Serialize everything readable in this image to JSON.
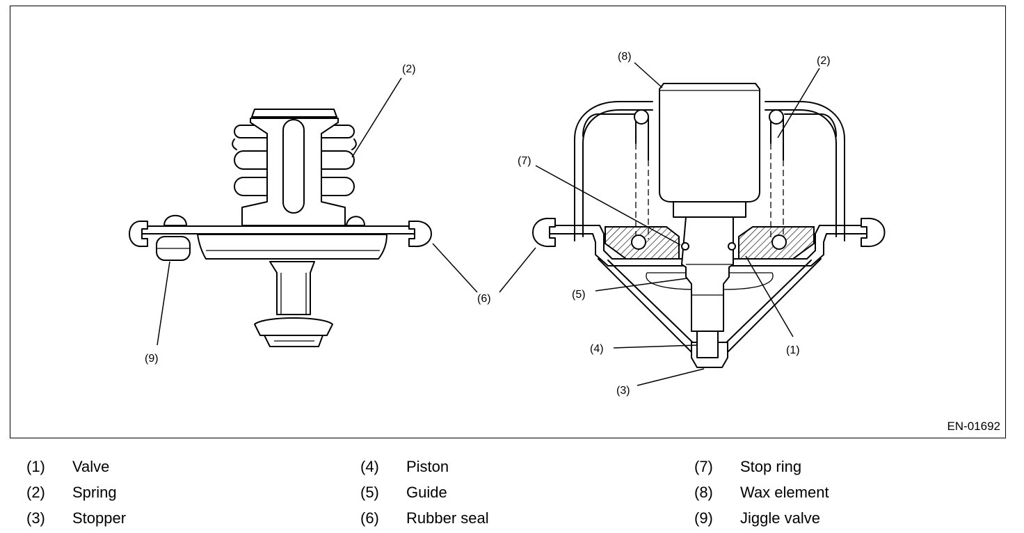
{
  "figure_code": "EN-01692",
  "left_callouts": {
    "spring": "(2)",
    "rubber_seal": "(6)",
    "jiggle_valve": "(9)"
  },
  "right_callouts": {
    "wax_element": "(8)",
    "spring": "(2)",
    "stop_ring": "(7)",
    "guide": "(5)",
    "piston": "(4)",
    "valve": "(1)",
    "stopper": "(3)"
  },
  "legend": [
    {
      "num": "(1)",
      "name": "Valve"
    },
    {
      "num": "(2)",
      "name": "Spring"
    },
    {
      "num": "(3)",
      "name": "Stopper"
    },
    {
      "num": "(4)",
      "name": "Piston"
    },
    {
      "num": "(5)",
      "name": "Guide"
    },
    {
      "num": "(6)",
      "name": "Rubber seal"
    },
    {
      "num": "(7)",
      "name": "Stop ring"
    },
    {
      "num": "(8)",
      "name": "Wax element"
    },
    {
      "num": "(9)",
      "name": "Jiggle valve"
    }
  ]
}
